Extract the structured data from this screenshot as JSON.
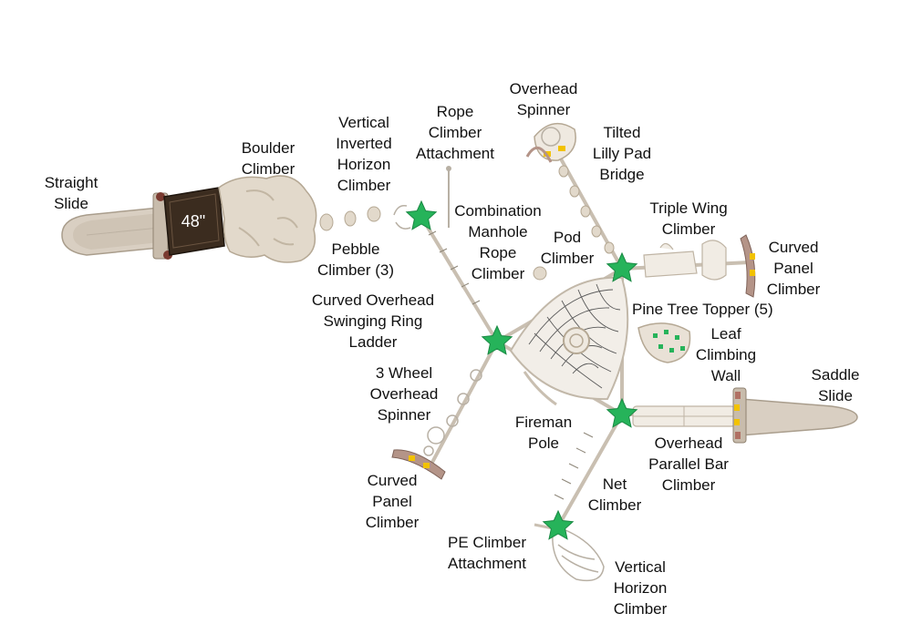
{
  "colors": {
    "star": "#26b35a",
    "starStroke": "#1a8a44",
    "structure": "#e9e1d6",
    "structureStroke": "#a99d8c",
    "rope": "#b8b0a4",
    "wood": "#3a2a1c",
    "rock": "#ddd3c4",
    "yellow": "#f2c200",
    "panel": "#b49488"
  },
  "sign_label": "48\"",
  "labels": {
    "straight_slide": [
      "Straight",
      "Slide"
    ],
    "boulder_climber": [
      "Boulder",
      "Climber"
    ],
    "vertical_inverted_horizon_climber": [
      "Vertical",
      "Inverted",
      "Horizon",
      "Climber"
    ],
    "rope_climber_attachment": [
      "Rope",
      "Climber",
      "Attachment"
    ],
    "overhead_spinner": [
      "Overhead",
      "Spinner"
    ],
    "tilted_lilly_pad_bridge": [
      "Tilted",
      "Lilly Pad",
      "Bridge"
    ],
    "combination_manhole_rope_climber": [
      "Combination",
      "Manhole",
      "Rope",
      "Climber"
    ],
    "pod_climber": [
      "Pod",
      "Climber"
    ],
    "triple_wing_climber": [
      "Triple Wing",
      "Climber"
    ],
    "curved_panel_climber_right": [
      "Curved",
      "Panel",
      "Climber"
    ],
    "pebble_climber": [
      "Pebble",
      "Climber (3)"
    ],
    "curved_overhead_swinging_ring_ladder": [
      "Curved Overhead",
      "Swinging Ring",
      "Ladder"
    ],
    "pine_tree_topper": [
      "Pine Tree Topper (5)"
    ],
    "leaf_climbing_wall": [
      "Leaf",
      "Climbing",
      "Wall"
    ],
    "saddle_slide": [
      "Saddle",
      "Slide"
    ],
    "three_wheel_overhead_spinner": [
      "3 Wheel",
      "Overhead",
      "Spinner"
    ],
    "fireman_pole": [
      "Fireman",
      "Pole"
    ],
    "overhead_parallel_bar_climber": [
      "Overhead",
      "Parallel Bar",
      "Climber"
    ],
    "curved_panel_climber_left": [
      "Curved",
      "Panel",
      "Climber"
    ],
    "net_climber": [
      "Net",
      "Climber"
    ],
    "pe_climber_attachment": [
      "PE Climber",
      "Attachment"
    ],
    "vertical_horizon_climber": [
      "Vertical",
      "Horizon",
      "Climber"
    ]
  }
}
